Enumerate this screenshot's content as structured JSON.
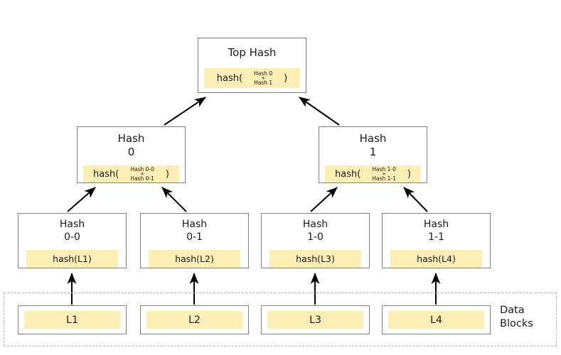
{
  "diagram": {
    "title_hidden": "Merkle Tree (Hash Tree)",
    "colors": {
      "hash_fill": "#fceeb5",
      "box_border": "#808080",
      "dashed_border": "#b3b3b3",
      "text": "#1a1a1a",
      "background": "#ffffff"
    }
  },
  "top_node": {
    "title": "Top Hash",
    "fn": "hash(",
    "operand_a": "Hash 0",
    "operator": "+",
    "operand_b": "Hash 1",
    "close": ")"
  },
  "level2": [
    {
      "title": "Hash\n0",
      "fn": "hash(",
      "operand_a": "Hash 0-0",
      "operator": "+",
      "operand_b": "Hash 0-1",
      "close": ")"
    },
    {
      "title": "Hash\n1",
      "fn": "hash(",
      "operand_a": "Hash 1-0",
      "operator": "+",
      "operand_b": "Hash 1-1",
      "close": ")"
    }
  ],
  "level3": [
    {
      "title": "Hash\n0-0",
      "expr": "hash(L1)"
    },
    {
      "title": "Hash\n0-1",
      "expr": "hash(L2)"
    },
    {
      "title": "Hash\n1-0",
      "expr": "hash(L3)"
    },
    {
      "title": "Hash\n1-1",
      "expr": "hash(L4)"
    }
  ],
  "data_blocks": {
    "label": "Data\nBlocks",
    "blocks": [
      {
        "label": "L1"
      },
      {
        "label": "L2"
      },
      {
        "label": "L3"
      },
      {
        "label": "L4"
      }
    ]
  }
}
